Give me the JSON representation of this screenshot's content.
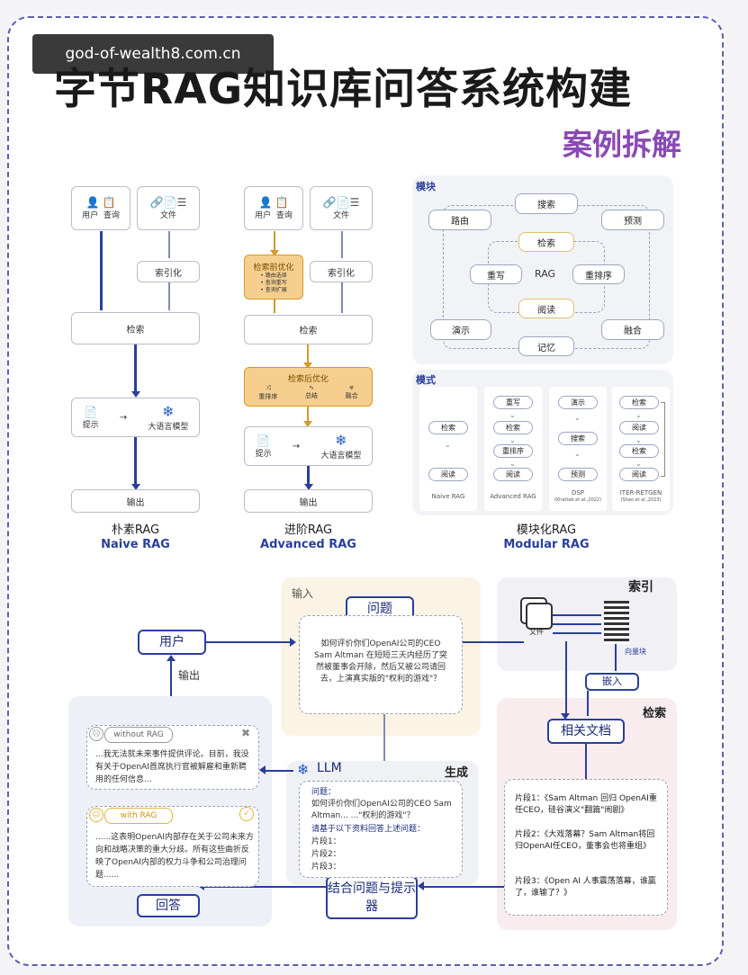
{
  "watermark": "god-of-wealth8.com.cn",
  "title": "字节RAG知识库问答系统构建",
  "subtitle": "案例拆解",
  "naive": {
    "user": "用户",
    "query": "查询",
    "file": "文件",
    "index": "索引化",
    "retrieve": "检索",
    "prompt": "提示",
    "llm": "大语言模型",
    "output": "输出",
    "cap_cn": "朴素RAG",
    "cap_en": "Naive RAG"
  },
  "advanced": {
    "user": "用户",
    "query": "查询",
    "file": "文件",
    "index": "索引化",
    "pre": "检索前优化",
    "pre_items": [
      "• 路由选择",
      "• 查询重写",
      "• 查询扩展"
    ],
    "retrieve": "检索",
    "post": "检索后优化",
    "post_items": [
      "重排序",
      "总结",
      "融合"
    ],
    "prompt": "提示",
    "llm": "大语言模型",
    "output": "输出",
    "cap_cn": "进阶RAG",
    "cap_en": "Advanced RAG"
  },
  "modular": {
    "modules_label": "模块",
    "modules": {
      "search": "搜索",
      "route": "路由",
      "predict": "预测",
      "retrieve": "检索",
      "rewrite": "重写",
      "rag": "RAG",
      "rerank": "重排序",
      "read": "阅读",
      "demo": "演示",
      "fusion": "融合",
      "memory": "记忆"
    },
    "patterns_label": "模式",
    "patterns": [
      {
        "items": [
          "检索",
          "阅读"
        ],
        "name": "Naive RAG"
      },
      {
        "items": [
          "重写",
          "检索",
          "重排序",
          "阅读"
        ],
        "name": "Advanced RAG"
      },
      {
        "items": [
          "演示",
          "搜索",
          "预测"
        ],
        "name": "DSP",
        "note": "(Khattab et al.,2022)"
      },
      {
        "items": [
          "检索",
          "阅读",
          "检索",
          "阅读"
        ],
        "name": "ITER-RETGEN",
        "note": "(Shao et al.,2023)"
      }
    ],
    "cap_cn": "模块化RAG",
    "cap_en": "Modular RAG"
  },
  "flow": {
    "input_label": "输入",
    "question_label": "问题",
    "question_text": "如何评价你们OpenAI公司的CEO Sam Altman 在短短三天内经历了突然被董事会开除，然后又被公司请回去，上演真实版的\"权利的游戏\"？",
    "index_label": "索引",
    "file_label": "文件",
    "vector_label": "向量块",
    "embed_label": "嵌入",
    "user_label": "用户",
    "output_label": "输出",
    "retrieve_label": "检索",
    "docs_label": "相关文档",
    "without_label": "without RAG",
    "without_text": "...我无法就未来事件提供评论。目前，我没有关于OpenAI首席执行官被解雇和重新聘用的任何信息...",
    "with_label": "with RAG",
    "with_text": "......这表明OpenAI内部存在关于公司未来方向和战略决策的重大分歧。所有这些曲折反映了OpenAI内部的权力斗争和公司治理问题......",
    "llm_label": "LLM",
    "gen_label": "生成",
    "gen_q_label": "问题：",
    "gen_q_text": "如何评价你们OpenAI公司的CEO Sam Altman... ...\"权利的游戏\"？",
    "gen_instr": "请基于以下资料回答上述问题：",
    "gen_chunks": [
      "片段1：",
      "片段2：",
      "片段3："
    ],
    "docs": [
      "片段1：《Sam Altman 回归 OpenAI重任CEO，硅谷演义\"翻篇\"闹剧》",
      "片段2：《大戏落幕？Sam Altman将回归OpenAI任CEO，董事会也将重组》",
      "片段3：《Open AI 人事震荡落幕，谁赢了，谁输了？》"
    ],
    "combine_label": "结合问题与提示器",
    "answer_label": "回答"
  }
}
